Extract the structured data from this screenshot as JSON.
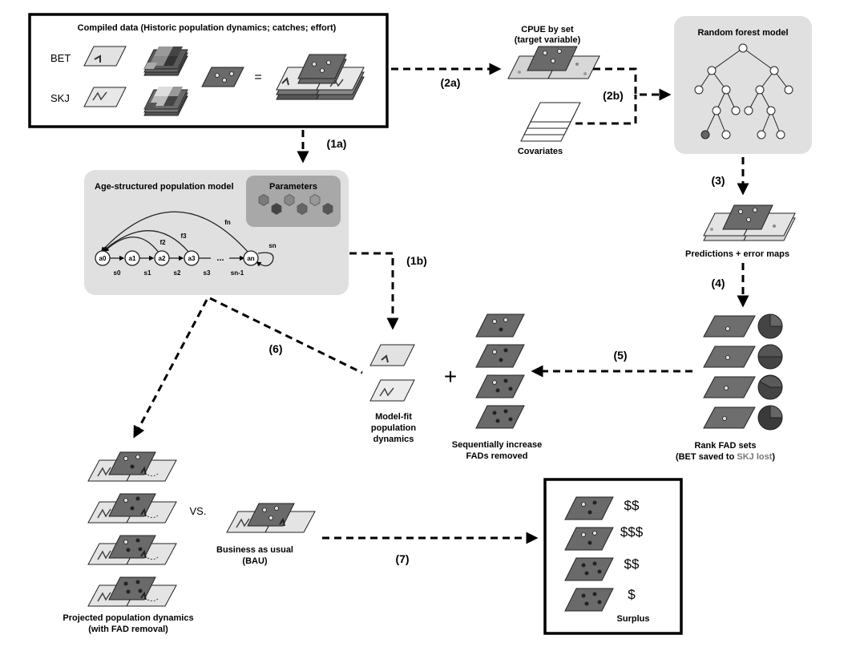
{
  "compiled": {
    "title": "Compiled data (Historic population dynamics; catches; effort)",
    "species": [
      "BET",
      "SKJ"
    ],
    "equals": "="
  },
  "cpue": {
    "title_line1": "CPUE by set",
    "title_line2": "(target variable)"
  },
  "covariates": "Covariates",
  "rf": {
    "title": "Random forest model"
  },
  "steps": {
    "s1a": "(1a)",
    "s1b": "(1b)",
    "s2a": "(2a)",
    "s2b": "(2b)",
    "s3": "(3)",
    "s4": "(4)",
    "s5": "(5)",
    "s6": "(6)",
    "s7": "(7)"
  },
  "age_model": {
    "title": "Age-structured population model",
    "params": "Parameters",
    "nodes": [
      "a0",
      "a1",
      "a2",
      "a3",
      "an"
    ],
    "survival": [
      "s0",
      "s1",
      "s2",
      "s3",
      "sn-1"
    ],
    "fecundity": [
      "f2",
      "f3",
      "fn"
    ],
    "sn": "sn",
    "ellipsis": "..."
  },
  "predictions": "Predictions + error maps",
  "model_fit": {
    "line1": "Model-fit",
    "line2": "population",
    "line3": "dynamics"
  },
  "plus": "+",
  "seq": {
    "line1": "Sequentially increase",
    "line2": "FADs removed"
  },
  "rank": {
    "line1": "Rank FAD sets",
    "open": "(BET saved to ",
    "skj": "SKJ lost",
    "close": ")"
  },
  "projected": {
    "line1": "Projected population dynamics",
    "line2": "(with FAD removal)"
  },
  "vs": "VS.",
  "bau": {
    "line1": "Business as usual",
    "line2": "(BAU)"
  },
  "surplus": {
    "values": [
      "$$",
      "$$$",
      "$$",
      "$"
    ],
    "label": "Surplus"
  },
  "colors": {
    "dark_map": "#6a6a6a",
    "light_map": "#e4e4e4",
    "panel": "#e0e0e0",
    "param_bg": "#a8a8a8"
  }
}
